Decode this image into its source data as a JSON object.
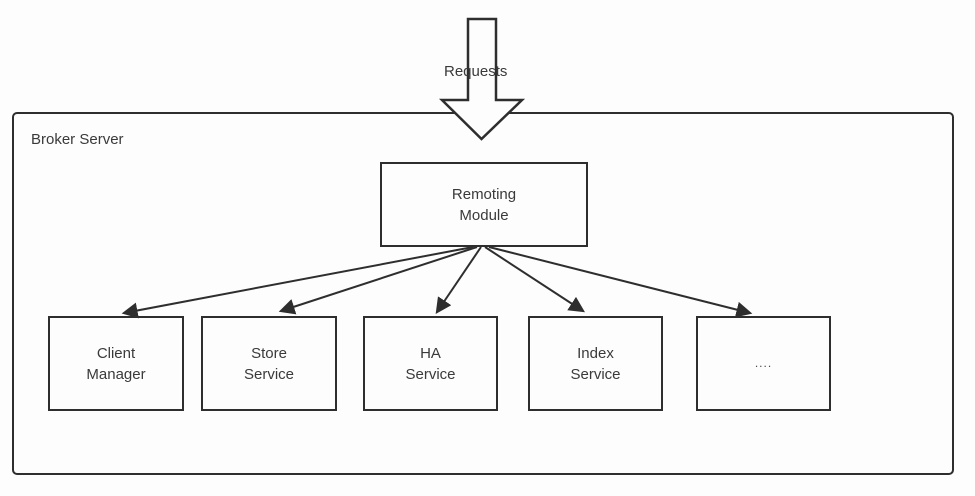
{
  "diagram": {
    "requests_label": "Requests",
    "broker_label": "Broker Server",
    "remoting": {
      "lines": [
        "Remoting",
        "Module"
      ]
    },
    "services": [
      {
        "id": "client-manager",
        "lines": [
          "Client",
          "Manager"
        ]
      },
      {
        "id": "store-service",
        "lines": [
          "Store",
          "Service"
        ]
      },
      {
        "id": "ha-service",
        "lines": [
          "HA",
          "Service"
        ]
      },
      {
        "id": "index-service",
        "lines": [
          "Index",
          "Service"
        ]
      },
      {
        "id": "more-services",
        "lines": [
          "...."
        ]
      }
    ],
    "colors": {
      "line": "#2e2e2e",
      "text": "#3a3a3a",
      "background": "#fdfdfd"
    }
  }
}
